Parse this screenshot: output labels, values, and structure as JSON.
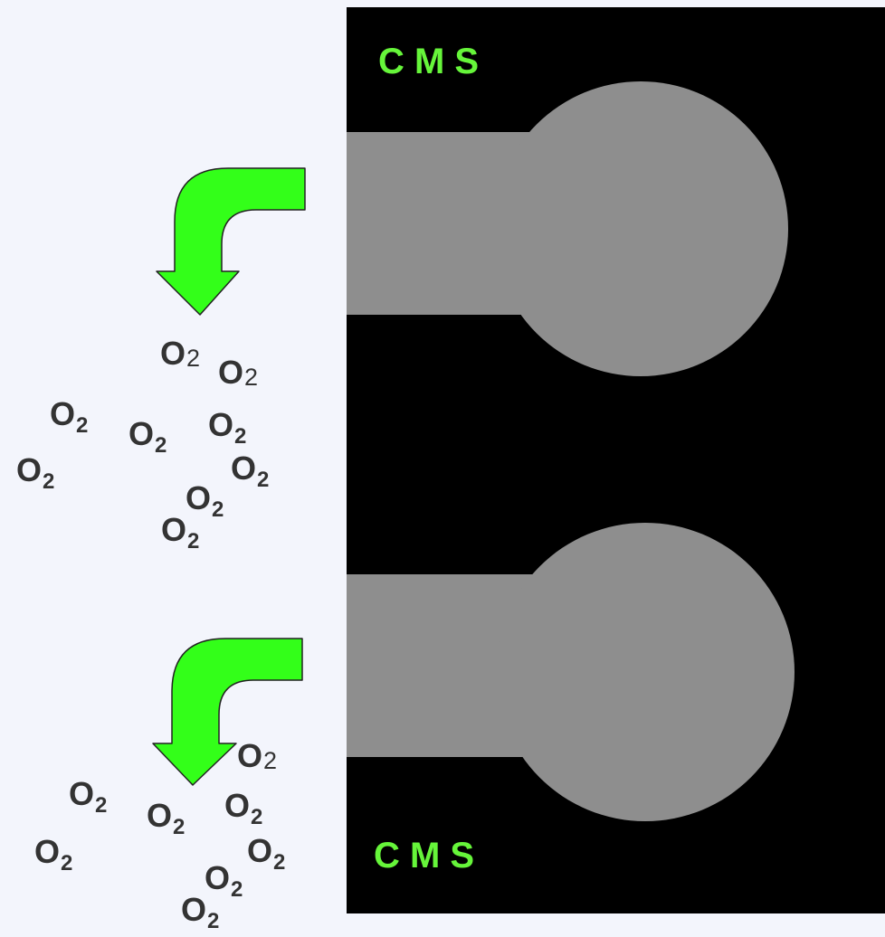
{
  "labels": {
    "top": "C M S",
    "bottom": "C M S"
  },
  "molecule": {
    "element": "O",
    "subscript": "2"
  },
  "icons": [
    "curved-arrow-icon",
    "curved-arrow-icon"
  ],
  "colors": {
    "background": "#f3f5fc",
    "panel": "#000000",
    "shape": "#8e8e8e",
    "arrow": "#33ff19",
    "label": "#66f53a",
    "text": "#333333"
  }
}
